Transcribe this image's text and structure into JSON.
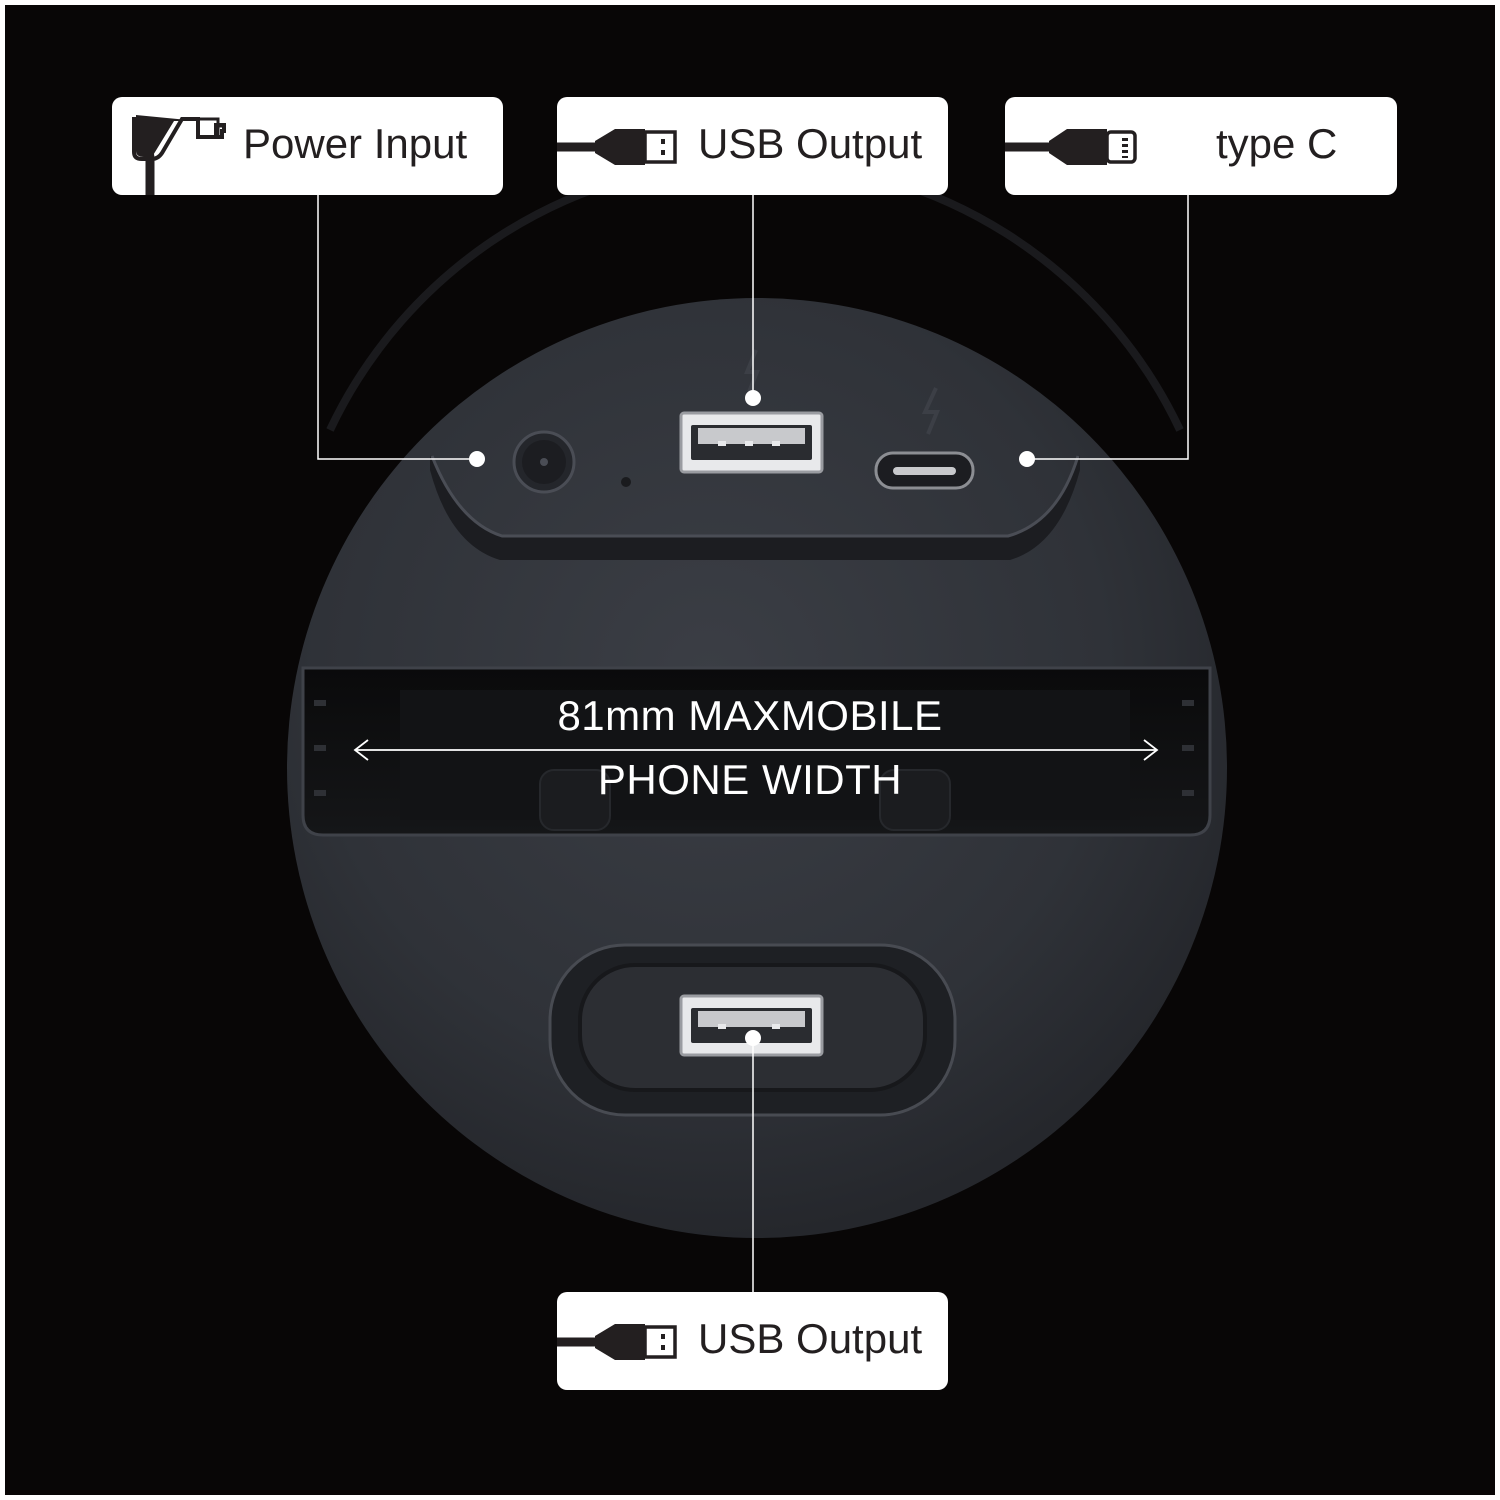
{
  "callouts": {
    "power_input": {
      "label": "Power Input",
      "icon": "dc-barrel-plug-icon"
    },
    "usb_output_top": {
      "label": "USB Output",
      "icon": "usb-a-cable-icon"
    },
    "type_c": {
      "label": "type C",
      "icon": "usb-c-cable-icon"
    },
    "usb_output_bottom": {
      "label": "USB Output",
      "icon": "usb-a-cable-icon"
    }
  },
  "dimension": {
    "line1": "81mm MAXMOBILE",
    "line2": "PHONE WIDTH"
  },
  "colors": {
    "background": "#080606",
    "device_body": "#32353b",
    "callout_box": "#ffffff",
    "callout_text": "#231f20",
    "leader_line": "#ffffff"
  }
}
